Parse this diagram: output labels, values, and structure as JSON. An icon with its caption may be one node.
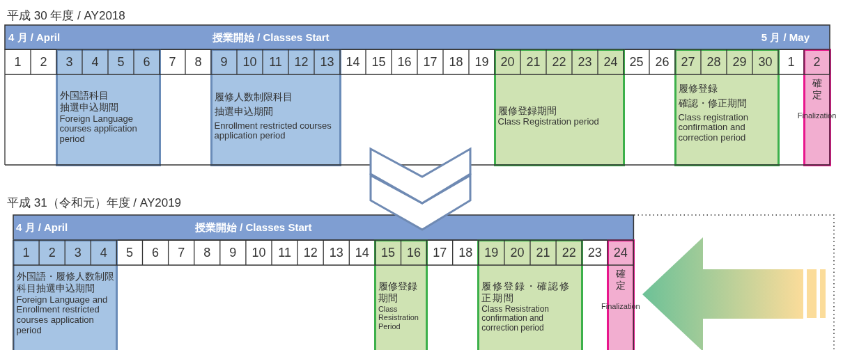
{
  "diagram": {
    "nodes": [
      {
        "text": [
          "外国語科目",
          "抽選申込期間",
          "Foreign Language courses application period"
        ]
      },
      {
        "text": [
          "履修人数制限科目",
          "抽選申込期間",
          "Enrollment restricted courses application period"
        ]
      },
      {
        "text": [
          "履修登録期間",
          "Class Registration period"
        ]
      },
      {
        "text": [
          "履修登録",
          "確認・修正期間",
          "Class registration confirmation and correction period"
        ]
      },
      {
        "text": [
          "確定",
          "Finalization"
        ]
      },
      {
        "text": [
          "外国語・履修人数制限科目抽選申込期間",
          "Foreign Language and Enrollment restricted courses application period"
        ]
      },
      {
        "text": [
          "履修登録期間",
          "Class Resistration Period"
        ]
      },
      {
        "text": [
          "履修登録・確認修正期間",
          "Class Resistration confirmation and correction period"
        ]
      },
      {
        "text": [
          "確定",
          "Finalization"
        ]
      }
    ],
    "labels": [
      "平成 30 年度 / AY2018",
      "4 月 / April",
      "授業開始 / Classes Start",
      "5 月 / May",
      "1",
      "2",
      "3",
      "4",
      "5",
      "6",
      "7",
      "8",
      "9",
      "10",
      "11",
      "12",
      "13",
      "14",
      "15",
      "16",
      "17",
      "18",
      "19",
      "20",
      "21",
      "22",
      "23",
      "24",
      "25",
      "26",
      "27",
      "28",
      "29",
      "30",
      "1",
      "2",
      "平成 31（令和元）年度 / AY2019",
      "4 月 / April",
      "授業開始 / Classes Start",
      "1",
      "2",
      "3",
      "4",
      "5",
      "6",
      "7",
      "8",
      "9",
      "10",
      "11",
      "12",
      "13",
      "14",
      "15",
      "16",
      "17",
      "18",
      "19",
      "20",
      "21",
      "22",
      "23",
      "24"
    ]
  }
}
